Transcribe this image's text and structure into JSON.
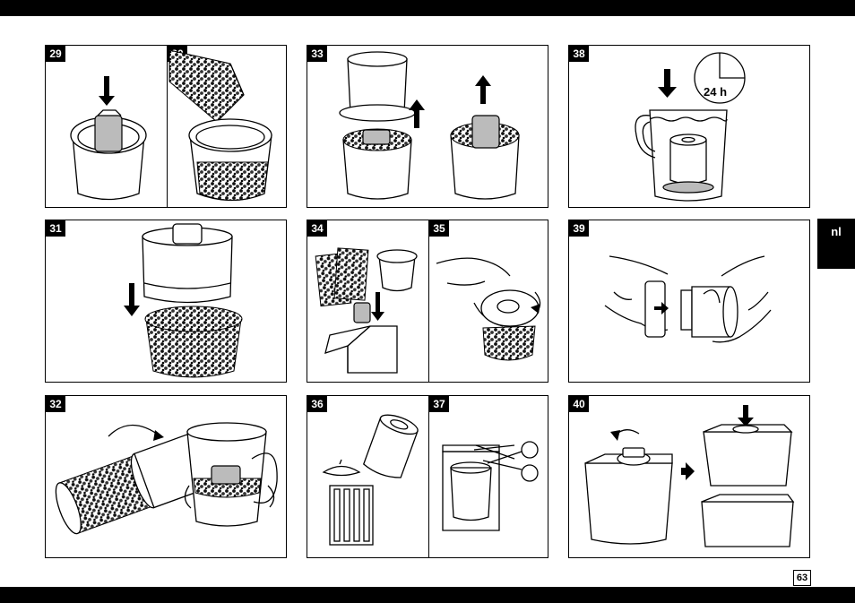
{
  "language_tab": "nl",
  "page_number": "63",
  "steps": {
    "s29": "29",
    "s30": "30",
    "s31": "31",
    "s32": "32",
    "s33": "33",
    "s34": "34",
    "s35": "35",
    "s36": "36",
    "s37": "37",
    "s38": "38",
    "s39": "39",
    "s40": "40"
  },
  "clock_label": "24 h"
}
